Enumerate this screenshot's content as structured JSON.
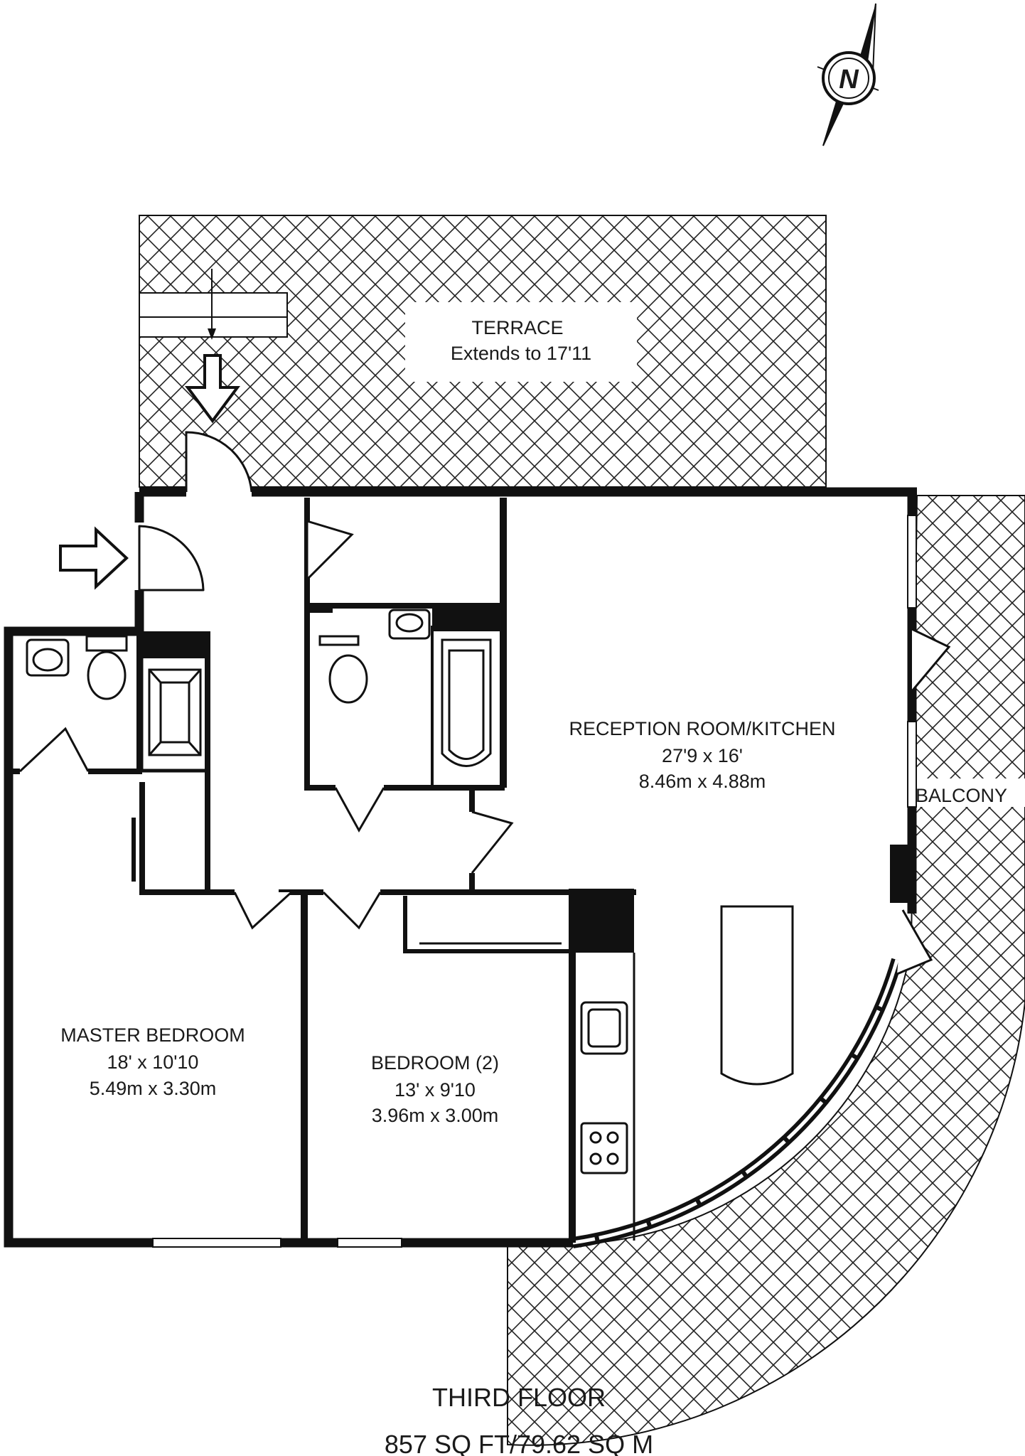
{
  "compass": {
    "letter": "N"
  },
  "rooms": {
    "terrace": {
      "name": "TERRACE",
      "dims": "Extends to 17'11"
    },
    "reception": {
      "name": "RECEPTION ROOM/KITCHEN",
      "imperial": "27'9 x 16'",
      "metric": "8.46m x 4.88m"
    },
    "balcony": {
      "name": "BALCONY"
    },
    "master": {
      "name": "MASTER BEDROOM",
      "imperial": "18' x 10'10",
      "metric": "5.49m x 3.30m"
    },
    "bedroom2": {
      "name": "BEDROOM (2)",
      "imperial": "13' x 9'10",
      "metric": "3.96m x 3.00m"
    }
  },
  "footer": {
    "floor": "THIRD FLOOR",
    "area": "857 SQ FT/79.62 SQ M"
  }
}
